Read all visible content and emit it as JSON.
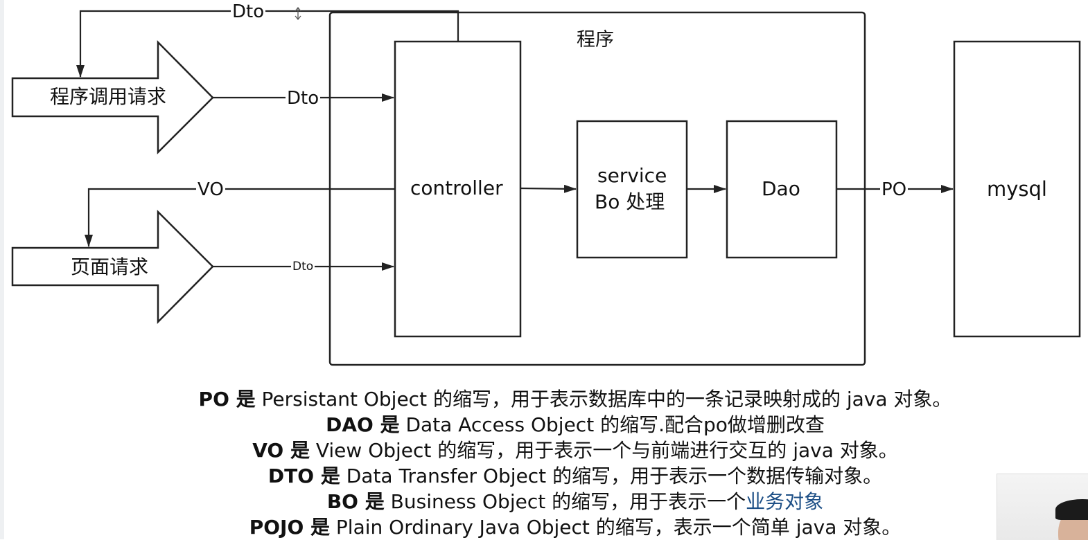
{
  "diagram": {
    "program_label": "程序",
    "controller_label": "controller",
    "service_label_line1": "service",
    "service_label_line2": "Bo 处理",
    "dao_label": "Dao",
    "mysql_label": "mysql",
    "arrow_program_request": "程序调用请求",
    "arrow_page_request": "页面请求",
    "edge_top_dto": "Dto",
    "edge_program_dto": "Dto",
    "edge_vo": "VO",
    "edge_page_dto": "Dto",
    "edge_po": "PO"
  },
  "notes": [
    {
      "term": "PO 是",
      "text": " Persistant Object 的缩写，用于表示数据库中的一条记录映射成的 java 对象。",
      "highlight": ""
    },
    {
      "term": "DAO 是",
      "text": " Data Access Object 的缩写.配合po做增删改查",
      "highlight": ""
    },
    {
      "term": "VO 是",
      "text": " View Object 的缩写，用于表示一个与前端进行交互的 java 对象。",
      "highlight": ""
    },
    {
      "term": "DTO 是",
      "text": " Data Transfer Object 的缩写，用于表示一个数据传输对象。",
      "highlight": ""
    },
    {
      "term": "BO 是",
      "text": " Business Object 的缩写，用于表示一个",
      "highlight": "业务对象"
    },
    {
      "term": "POJO 是",
      "text": " Plain Ordinary Java Object 的缩写，表示一个简单 java 对象。",
      "highlight": ""
    }
  ]
}
